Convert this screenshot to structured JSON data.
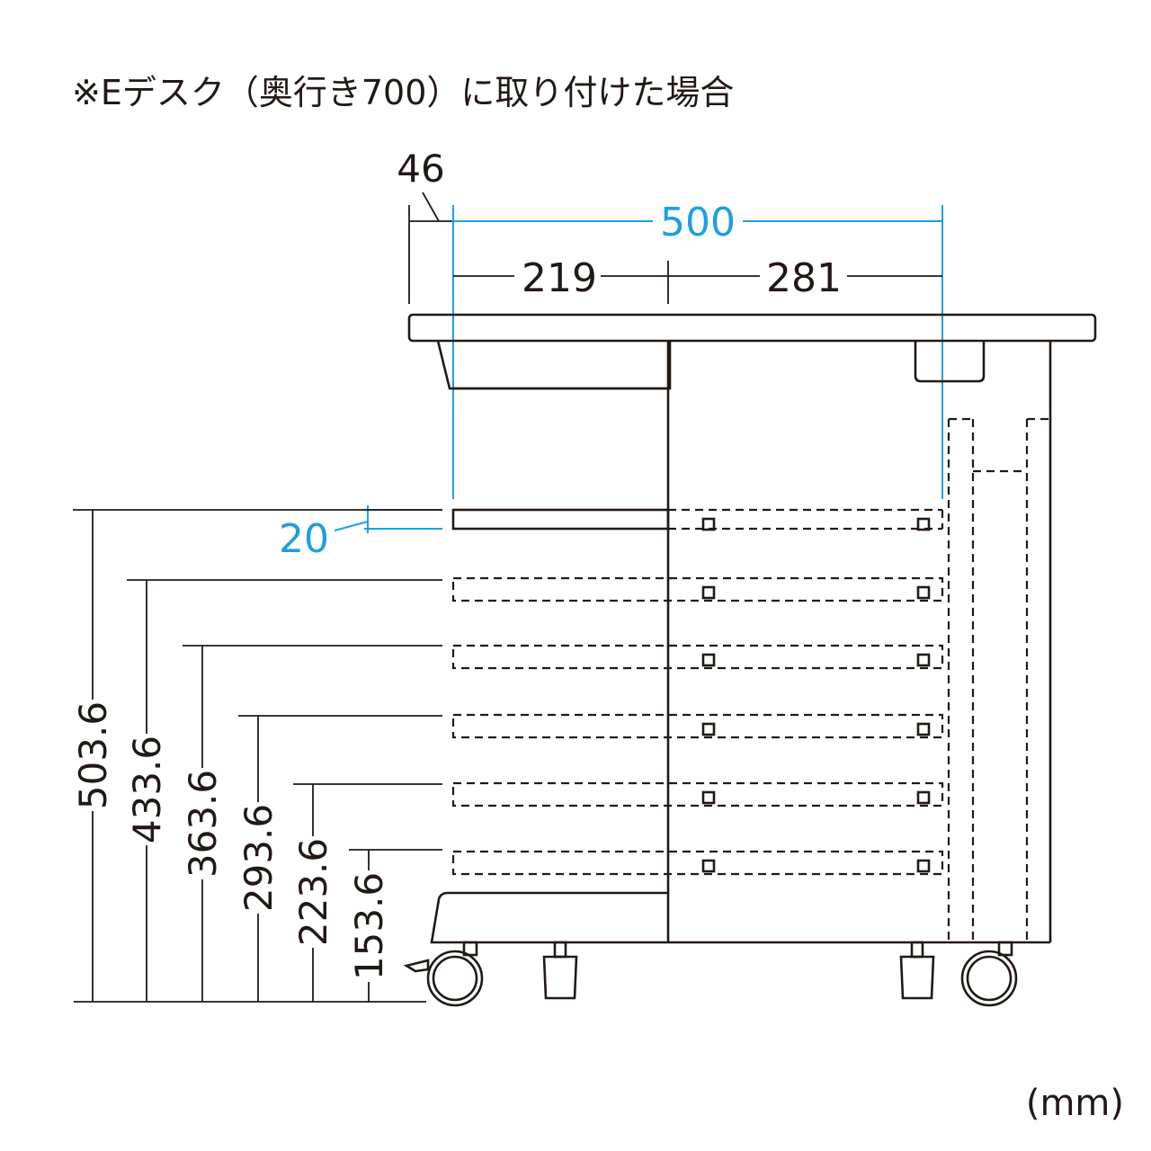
{
  "title": "※Eデスク（奥行き700）に取り付けた場合",
  "unit": "(mm)",
  "colors": {
    "dimension_blue": "#1f9fe0",
    "line": "#231815"
  },
  "dimensions": {
    "offset_top": "46",
    "overall_width": "500",
    "width_left": "219",
    "width_right": "281",
    "shelf_thickness": "20"
  },
  "shelf_heights": [
    "503.6",
    "433.6",
    "363.6",
    "293.6",
    "223.6",
    "153.6"
  ]
}
